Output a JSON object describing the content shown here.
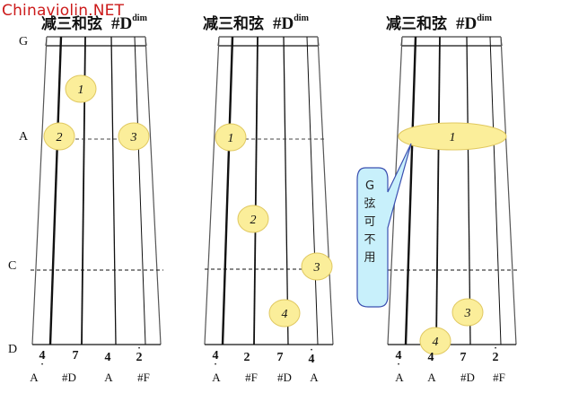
{
  "watermark": "Chinaviolin.NET",
  "panels": [
    {
      "title": "减三和弦",
      "chord": "#D",
      "chord_suffix": "dim",
      "fingers": [
        {
          "label": "1",
          "string": "D",
          "position": "between G and A"
        },
        {
          "label": "2",
          "string": "G",
          "position": "A"
        },
        {
          "label": "3",
          "string": "E",
          "position": "A"
        }
      ],
      "numbers": [
        {
          "value": "4",
          "dot": "below"
        },
        {
          "value": "7",
          "dot": "none"
        },
        {
          "value": "4",
          "dot": "none"
        },
        {
          "value": "2",
          "dot": "above"
        }
      ],
      "notes": [
        "A",
        "#D",
        "A",
        "#F"
      ]
    },
    {
      "title": "减三和弦",
      "chord": "#D",
      "chord_suffix": "dim",
      "fingers": [
        {
          "label": "1",
          "string": "G",
          "position": "A"
        },
        {
          "label": "2",
          "string": "D",
          "position": "between A and C"
        },
        {
          "label": "3",
          "string": "E",
          "position": "C"
        },
        {
          "label": "4",
          "string": "A",
          "position": "between C and D"
        }
      ],
      "numbers": [
        {
          "value": "4",
          "dot": "below"
        },
        {
          "value": "2",
          "dot": "none"
        },
        {
          "value": "7",
          "dot": "none"
        },
        {
          "value": "4",
          "dot": "above"
        }
      ],
      "notes": [
        "A",
        "#F",
        "#D",
        "A"
      ]
    },
    {
      "title": "减三和弦",
      "chord": "#D",
      "chord_suffix": "dim",
      "fingers": [
        {
          "label": "1",
          "string": "all (barre)",
          "position": "A"
        },
        {
          "label": "4",
          "string": "D",
          "position": "D"
        },
        {
          "label": "3",
          "string": "A",
          "position": "between C and D"
        }
      ],
      "numbers": [
        {
          "value": "4",
          "dot": "below"
        },
        {
          "value": "4",
          "dot": "none"
        },
        {
          "value": "7",
          "dot": "none"
        },
        {
          "value": "2",
          "dot": "above"
        }
      ],
      "notes": [
        "A",
        "A",
        "#D",
        "#F"
      ],
      "callout": [
        "G",
        "弦",
        "可",
        "不",
        "用"
      ]
    }
  ],
  "axis_labels": [
    "G",
    "A",
    "C",
    "D"
  ],
  "colors": {
    "finger_fill": "#fbee9a",
    "finger_stroke": "#e0c860",
    "callout_fill": "#c8f0fb",
    "callout_stroke": "#3a4fb0",
    "watermark": "#cc1a1a"
  }
}
